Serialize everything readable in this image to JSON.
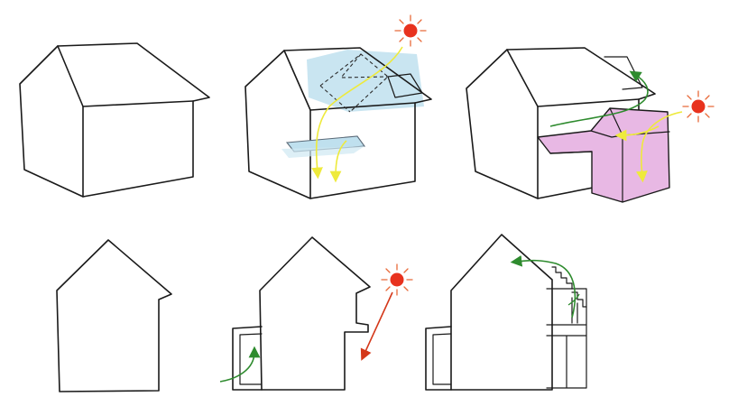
{
  "colors": {
    "ink": "#1a1a1a",
    "glass": "#bfe0ee",
    "extension": "#e8b8e4",
    "sun": "#e8321e",
    "sun_ray": "#e86a3a",
    "sunlight": "#eeea3c",
    "airflow": "#2e8b2e",
    "direct_ray": "#d4381a"
  },
  "panels": [
    {
      "id": "house-3d-original",
      "view": "perspective",
      "features": []
    },
    {
      "id": "house-3d-rooflight",
      "view": "perspective",
      "features": [
        "sun-icon",
        "roof-glazing",
        "floor-glazing",
        "sunlight-arrows"
      ]
    },
    {
      "id": "house-3d-extension",
      "view": "perspective",
      "features": [
        "sun-icon",
        "roof-window",
        "side-extension",
        "airflow-arrow",
        "sunlight-arrows"
      ]
    },
    {
      "id": "house-section-original",
      "view": "section",
      "features": []
    },
    {
      "id": "house-section-lean-to",
      "view": "section",
      "features": [
        "sun-icon",
        "lean-to",
        "airflow-arrow",
        "direct-ray-arrow"
      ]
    },
    {
      "id": "house-section-stair",
      "view": "section",
      "features": [
        "lean-to",
        "stair",
        "airflow-arrow"
      ]
    }
  ]
}
